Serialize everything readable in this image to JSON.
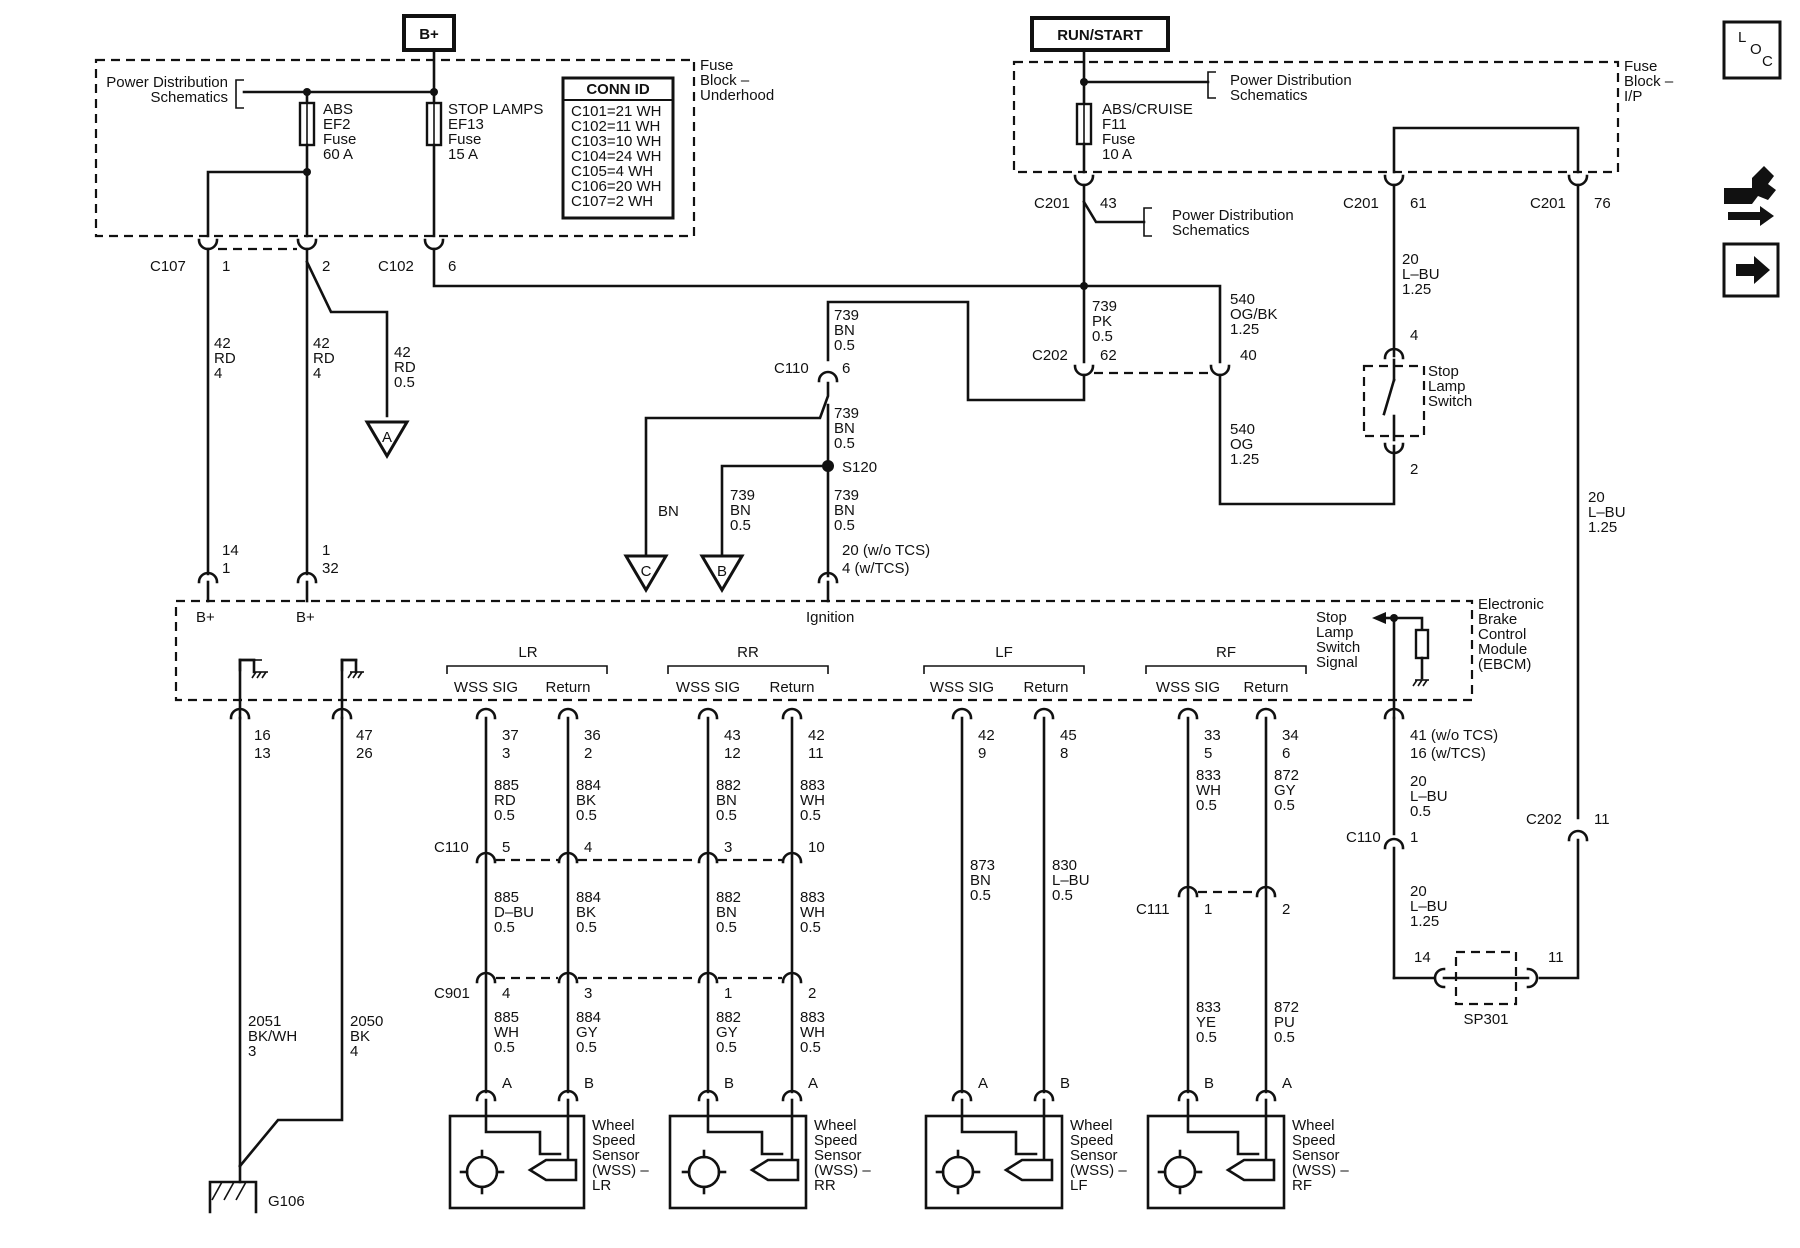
{
  "power_labels": {
    "bplus": "B+",
    "run_start": "RUN/START"
  },
  "icons": {
    "location_icon": "location-icon",
    "connector_icon": "connector-icon",
    "next_icon": "next-page-icon"
  },
  "icon_text": {
    "loc_l": "L",
    "loc_o": "O",
    "loc_c": "C"
  },
  "fuse_block_underhood": {
    "name_lines": [
      "Fuse",
      "Block –",
      "Underhood"
    ],
    "pds_lines": [
      "Power Distribution",
      "Schematics"
    ],
    "abs_fuse_lines": [
      "ABS",
      "EF2",
      "Fuse",
      "60 A"
    ],
    "stop_fuse_lines": [
      "STOP LAMPS",
      "EF13",
      "Fuse",
      "15 A"
    ],
    "conn_id_title": "CONN ID",
    "conn_id_rows": [
      "C101=21 WH",
      "C102=11 WH",
      "C103=10 WH",
      "C104=24 WH",
      "C105=4 WH",
      "C106=20 WH",
      "C107=2 WH"
    ]
  },
  "fuse_block_ip": {
    "name_lines": [
      "Fuse",
      "Block –",
      "I/P"
    ],
    "pds_lines": [
      "Power Distribution",
      "Schematics"
    ],
    "fuse_lines": [
      "ABS/CRUISE",
      "F11",
      "Fuse",
      "10 A"
    ],
    "pds2_lines": [
      "Power Distribution",
      "Schematics"
    ]
  },
  "connectors": {
    "c107": "C107",
    "c107_pin1": "1",
    "c107_pin2": "2",
    "c102": "C102",
    "c102_pin": "6",
    "c201_a": "C201",
    "c201_a_pin": "43",
    "c201_b": "C201",
    "c201_b_pin": "61",
    "c201_c": "C201",
    "c201_c_pin": "76",
    "c202_a": "C202",
    "c202_a_pin": "62",
    "c202_a_pin2": "40",
    "c110_a": "C110",
    "c110_a_pin": "6",
    "s120": "S120",
    "c202_b": "C202",
    "c202_b_pin": "11",
    "c110_b": "C110",
    "c110_b_pin": "1",
    "c110_c": "C110",
    "c110_c_pins": [
      "5",
      "4",
      "3",
      "10"
    ],
    "c901": "C901",
    "c901_pins": [
      "4",
      "3",
      "1",
      "2"
    ],
    "c111": "C111",
    "c111_pins": [
      "1",
      "2"
    ],
    "g106": "G106",
    "sp301": "SP301",
    "sp301_pins": [
      "14",
      "11"
    ],
    "switch_pins": [
      "4",
      "2"
    ]
  },
  "wires": {
    "w_42rd_a": [
      "42",
      "RD",
      "4"
    ],
    "w_42rd_b": [
      "42",
      "RD",
      "4"
    ],
    "w_42rd_c": [
      "42",
      "RD",
      "0.5"
    ],
    "w_739pk": [
      "739",
      "PK",
      "0.5"
    ],
    "w_540ogbk": [
      "540",
      "OG/BK",
      "1.25"
    ],
    "w_540og": [
      "540",
      "OG",
      "1.25"
    ],
    "w_739bn_1": [
      "739",
      "BN",
      "0.5"
    ],
    "w_739bn_2": [
      "739",
      "BN",
      "0.5"
    ],
    "w_739bn_3": [
      "739",
      "BN",
      "0.5"
    ],
    "w_739bn_4": [
      "739",
      "BN",
      "0.5"
    ],
    "w_bn": "BN",
    "w_20lbu_a": [
      "20",
      "L–BU",
      "1.25"
    ],
    "w_20lbu_b": [
      "20",
      "L–BU",
      "1.25"
    ],
    "w_20lbu_c": [
      "20",
      "L–BU",
      "0.5"
    ],
    "w_20lbu_d": [
      "20",
      "L–BU",
      "1.25"
    ],
    "w_2051": [
      "2051",
      "BK/WH",
      "3"
    ],
    "w_2050": [
      "2050",
      "BK",
      "4"
    ],
    "lr_sig_1": [
      "885",
      "RD",
      "0.5"
    ],
    "lr_ret_1": [
      "884",
      "BK",
      "0.5"
    ],
    "rr_sig_1": [
      "882",
      "BN",
      "0.5"
    ],
    "rr_ret_1": [
      "883",
      "WH",
      "0.5"
    ],
    "lr_sig_2": [
      "885",
      "D–BU",
      "0.5"
    ],
    "lr_ret_2": [
      "884",
      "BK",
      "0.5"
    ],
    "rr_sig_2": [
      "882",
      "BN",
      "0.5"
    ],
    "rr_ret_2": [
      "883",
      "WH",
      "0.5"
    ],
    "lr_sig_3": [
      "885",
      "WH",
      "0.5"
    ],
    "lr_ret_3": [
      "884",
      "GY",
      "0.5"
    ],
    "rr_sig_3": [
      "882",
      "GY",
      "0.5"
    ],
    "rr_ret_3": [
      "883",
      "WH",
      "0.5"
    ],
    "lf_sig": [
      "873",
      "BN",
      "0.5"
    ],
    "lf_ret": [
      "830",
      "L–BU",
      "0.5"
    ],
    "rf_sig_1": [
      "833",
      "WH",
      "0.5"
    ],
    "rf_ret_1": [
      "872",
      "GY",
      "0.5"
    ],
    "rf_sig_2": [
      "833",
      "YE",
      "0.5"
    ],
    "rf_ret_2": [
      "872",
      "PU",
      "0.5"
    ]
  },
  "ebcm": {
    "name_lines": [
      "Electronic",
      "Brake",
      "Control",
      "Module",
      "(EBCM)"
    ],
    "bplus_a": "B+",
    "bplus_b": "B+",
    "ignition": "Ignition",
    "pins_bplus_a": [
      "14",
      "1"
    ],
    "pins_bplus_b": [
      "1",
      "32"
    ],
    "pins_ign": [
      "20 (w/o TCS)",
      "4 (w/TCS)"
    ],
    "pins_gnd_a": [
      "16",
      "13"
    ],
    "pins_gnd_b": [
      "47",
      "26"
    ],
    "stop_signal_lines": [
      "Stop",
      "Lamp",
      "Switch",
      "Signal"
    ],
    "pins_stop": [
      "41 (w/o TCS)",
      "16 (w/TCS)"
    ],
    "groups": [
      {
        "name": "LR",
        "sig": "WSS SIG",
        "ret": "Return",
        "sig_pins": [
          "37",
          "3"
        ],
        "ret_pins": [
          "36",
          "2"
        ]
      },
      {
        "name": "RR",
        "sig": "WSS SIG",
        "ret": "Return",
        "sig_pins": [
          "43",
          "12"
        ],
        "ret_pins": [
          "42",
          "11"
        ]
      },
      {
        "name": "LF",
        "sig": "WSS SIG",
        "ret": "Return",
        "sig_pins": [
          "42",
          "9"
        ],
        "ret_pins": [
          "45",
          "8"
        ]
      },
      {
        "name": "RF",
        "sig": "WSS SIG",
        "ret": "Return",
        "sig_pins": [
          "33",
          "5"
        ],
        "ret_pins": [
          "34",
          "6"
        ]
      }
    ]
  },
  "stop_switch_lines": [
    "Stop",
    "Lamp",
    "Switch"
  ],
  "sensors": [
    {
      "lines": [
        "Wheel",
        "Speed",
        "Sensor",
        "(WSS) –",
        "LR"
      ],
      "pin_left": "A",
      "pin_right": "B"
    },
    {
      "lines": [
        "Wheel",
        "Speed",
        "Sensor",
        "(WSS) –",
        "RR"
      ],
      "pin_left": "B",
      "pin_right": "A"
    },
    {
      "lines": [
        "Wheel",
        "Speed",
        "Sensor",
        "(WSS) –",
        "LF"
      ],
      "pin_left": "A",
      "pin_right": "B"
    },
    {
      "lines": [
        "Wheel",
        "Speed",
        "Sensor",
        "(WSS) –",
        "RF"
      ],
      "pin_left": "B",
      "pin_right": "A"
    }
  ],
  "offpage": {
    "a": "A",
    "b": "B",
    "c": "C"
  }
}
